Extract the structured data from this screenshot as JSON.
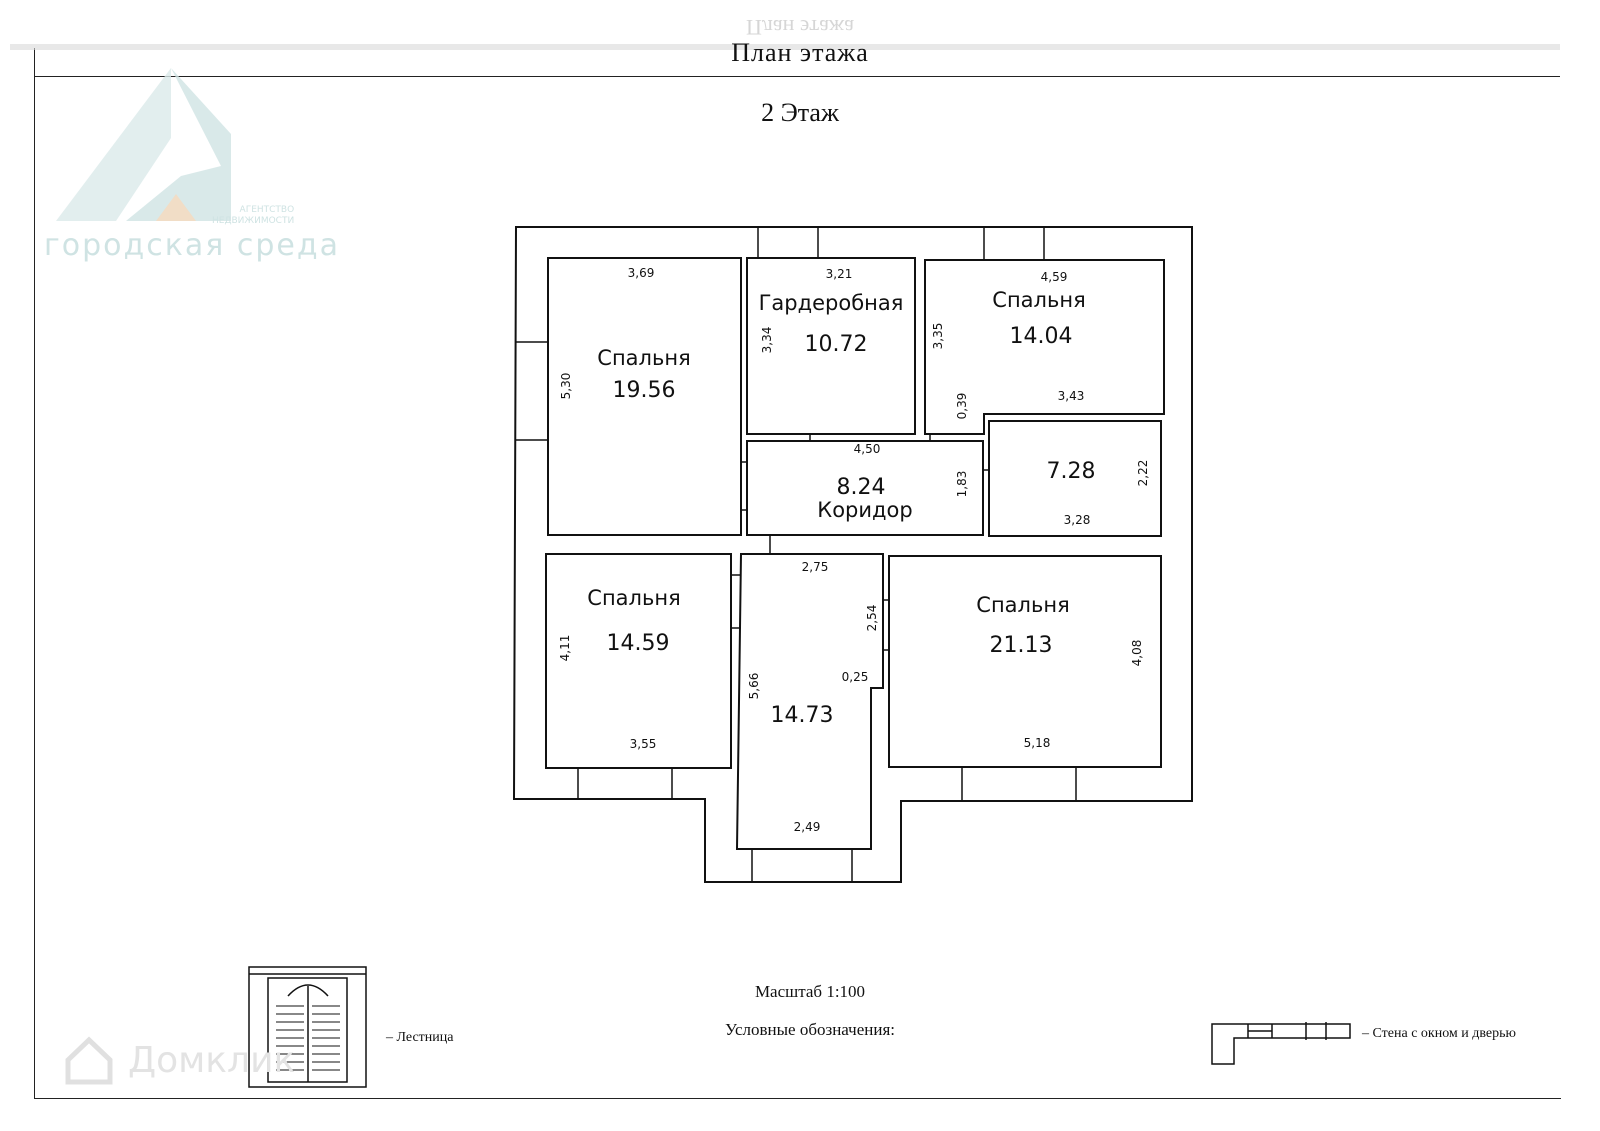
{
  "header": {
    "title": "План  этажа",
    "subtitle": "2 Этаж"
  },
  "rooms": [
    {
      "id": "bedroom-1",
      "name": "Спальня",
      "area": "19.56"
    },
    {
      "id": "wardrobe",
      "name": "Гардеробная",
      "area": "10.72"
    },
    {
      "id": "bedroom-2",
      "name": "Спальня",
      "area": "14.04"
    },
    {
      "id": "corridor",
      "name": "Коридор",
      "area": "8.24"
    },
    {
      "id": "room-small",
      "name": "",
      "area": "7.28"
    },
    {
      "id": "bedroom-3",
      "name": "Спальня",
      "area": "14.59"
    },
    {
      "id": "hall",
      "name": "",
      "area": "14.73"
    },
    {
      "id": "bedroom-4",
      "name": "Спальня",
      "area": "21.13"
    }
  ],
  "dimensions": {
    "bedroom1_top": "3,69",
    "bedroom1_side": "5,30",
    "wardrobe_top": "3,21",
    "wardrobe_side": "3,34",
    "bedroom2_top": "4,59",
    "bedroom2_side": "3,35",
    "bedroom2_bottom": "3,43",
    "bedroom2_step": "0,39",
    "corridor_top": "4,50",
    "corridor_side": "1,83",
    "small_side": "2,22",
    "small_bottom": "3,28",
    "bedroom3_side": "4,11",
    "bedroom3_bottom": "3,55",
    "hall_top": "2,75",
    "hall_upper": "2,54",
    "hall_step": "0,25",
    "hall_side": "5,66",
    "hall_bottom": "2,49",
    "bedroom4_side": "4,08",
    "bedroom4_bottom": "5,18"
  },
  "footer": {
    "scale": "Масштаб 1:100",
    "legend_title": "Условные обозначения:",
    "legend_stairs": "–  Лестница",
    "legend_wall": "–  Стена с окном и дверью"
  },
  "watermarks": {
    "agency_name": "городская среда",
    "agency_sub_1": "АГЕНТСТВО",
    "agency_sub_2": "НЕДВИЖИМОСТИ",
    "domclick": "Домклик"
  }
}
